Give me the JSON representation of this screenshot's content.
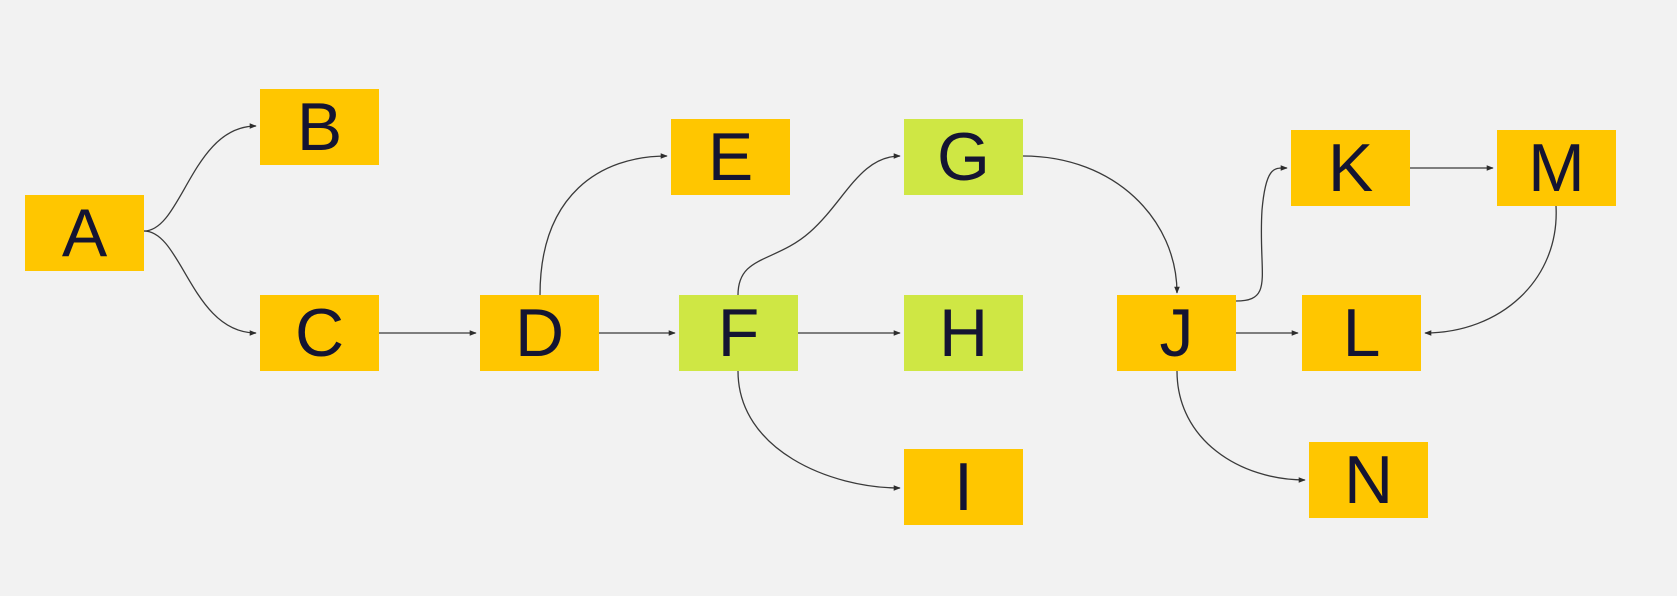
{
  "diagram": {
    "type": "flow-graph",
    "colors": {
      "background": "#f2f2f2",
      "primary_node": "#ffc600",
      "highlight_node": "#cfe744",
      "label_text": "#141432",
      "edge": "#3a3a3a"
    },
    "nodes": [
      {
        "id": "A",
        "label": "A",
        "variant": "primary"
      },
      {
        "id": "B",
        "label": "B",
        "variant": "primary"
      },
      {
        "id": "C",
        "label": "C",
        "variant": "primary"
      },
      {
        "id": "D",
        "label": "D",
        "variant": "primary"
      },
      {
        "id": "E",
        "label": "E",
        "variant": "primary"
      },
      {
        "id": "F",
        "label": "F",
        "variant": "highlight"
      },
      {
        "id": "G",
        "label": "G",
        "variant": "highlight"
      },
      {
        "id": "H",
        "label": "H",
        "variant": "highlight"
      },
      {
        "id": "I",
        "label": "I",
        "variant": "primary"
      },
      {
        "id": "J",
        "label": "J",
        "variant": "primary"
      },
      {
        "id": "K",
        "label": "K",
        "variant": "primary"
      },
      {
        "id": "L",
        "label": "L",
        "variant": "primary"
      },
      {
        "id": "M",
        "label": "M",
        "variant": "primary"
      },
      {
        "id": "N",
        "label": "N",
        "variant": "primary"
      }
    ],
    "edges": [
      {
        "from": "A",
        "to": "B"
      },
      {
        "from": "A",
        "to": "C"
      },
      {
        "from": "C",
        "to": "D"
      },
      {
        "from": "D",
        "to": "E"
      },
      {
        "from": "D",
        "to": "F"
      },
      {
        "from": "F",
        "to": "G"
      },
      {
        "from": "F",
        "to": "H"
      },
      {
        "from": "F",
        "to": "I"
      },
      {
        "from": "G",
        "to": "J"
      },
      {
        "from": "J",
        "to": "K"
      },
      {
        "from": "J",
        "to": "L"
      },
      {
        "from": "J",
        "to": "N"
      },
      {
        "from": "K",
        "to": "M"
      },
      {
        "from": "M",
        "to": "L"
      }
    ]
  }
}
